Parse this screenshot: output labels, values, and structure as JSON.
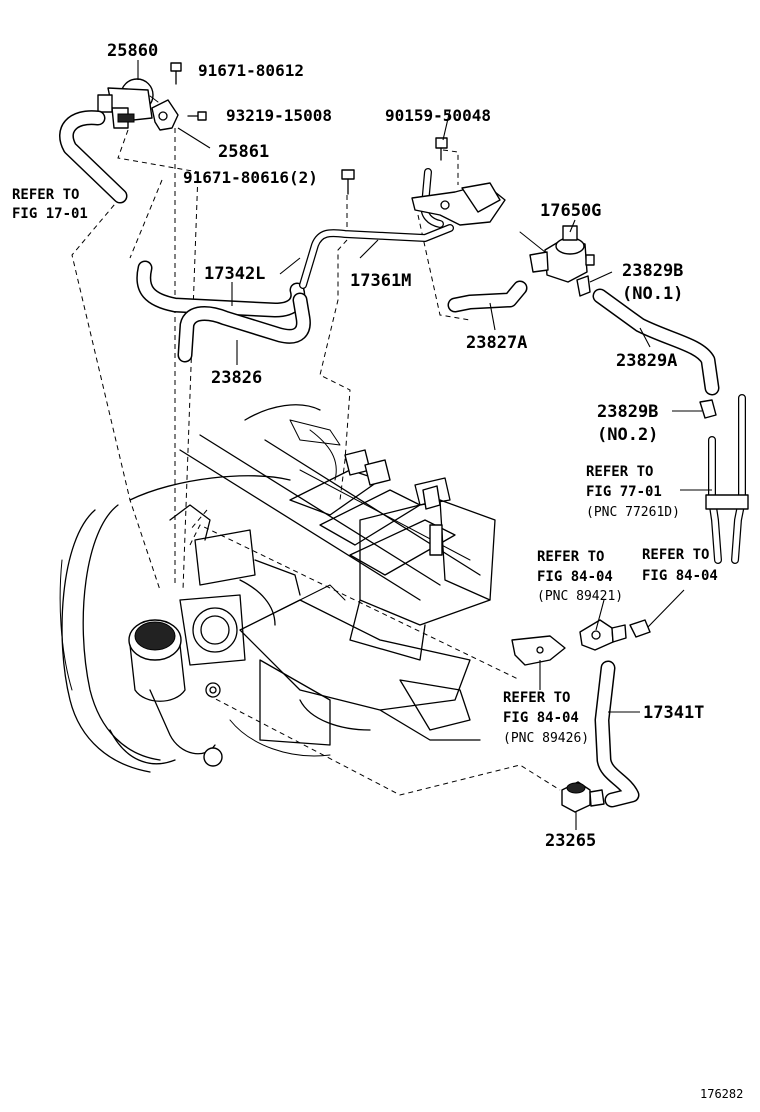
{
  "figure_number": "176282",
  "parts": [
    {
      "id": "p25860",
      "number": "25860"
    },
    {
      "id": "p91671_80612",
      "number": "91671-80612"
    },
    {
      "id": "p93219_15008",
      "number": "93219-15008"
    },
    {
      "id": "p25861",
      "number": "25861"
    },
    {
      "id": "p91671_80616",
      "number": "91671-80616(2)"
    },
    {
      "id": "p90159_50048",
      "number": "90159-50048"
    },
    {
      "id": "p17650G",
      "number": "17650G"
    },
    {
      "id": "p17342L",
      "number": "17342L"
    },
    {
      "id": "p17361M",
      "number": "17361M"
    },
    {
      "id": "p23829B_1",
      "number": "23829B"
    },
    {
      "id": "p23829B_1_note",
      "number": "(NO.1)"
    },
    {
      "id": "p23827A",
      "number": "23827A"
    },
    {
      "id": "p23829A",
      "number": "23829A"
    },
    {
      "id": "p23826",
      "number": "23826"
    },
    {
      "id": "p23829B_2",
      "number": "23829B"
    },
    {
      "id": "p23829B_2_note",
      "number": "(NO.2)"
    },
    {
      "id": "p17341T",
      "number": "17341T"
    },
    {
      "id": "p23265",
      "number": "23265"
    }
  ],
  "references": {
    "ref_17_01": {
      "line1": "REFER TO",
      "line2": "FIG 17-01"
    },
    "ref_77_01": {
      "line1": "REFER TO",
      "line2": "FIG 77-01",
      "pnc": "(PNC 77261D)"
    },
    "ref_84_04_a": {
      "line1": "REFER TO",
      "line2": "FIG 84-04",
      "pnc": "(PNC 89421)"
    },
    "ref_84_04_b": {
      "line1": "REFER TO",
      "line2": "FIG 84-04"
    },
    "ref_84_04_c": {
      "line1": "REFER TO",
      "line2": "FIG 84-04",
      "pnc": "(PNC 89426)"
    }
  }
}
